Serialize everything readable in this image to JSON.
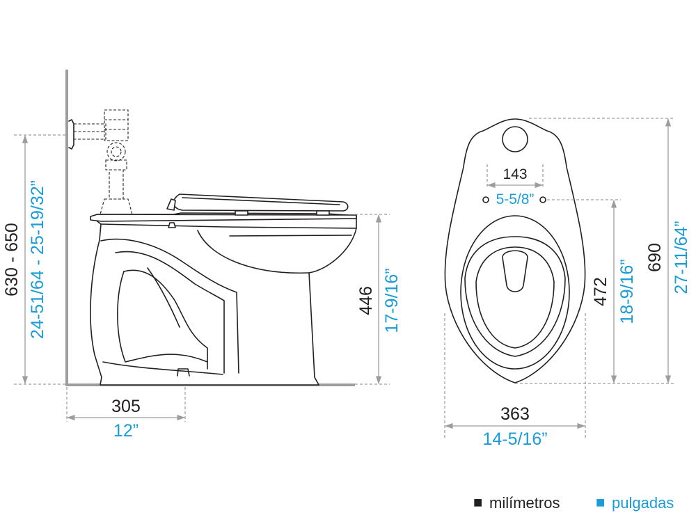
{
  "colors": {
    "mm": "#231f20",
    "in": "#1a9cd8",
    "dim_line": "#9d9d9d"
  },
  "side_view": {
    "rough_in": {
      "mm": "305",
      "in": "12”"
    },
    "rim_height": {
      "mm": "446",
      "in": "17-9/16”"
    },
    "supply_height": {
      "mm": "630 - 650",
      "in": "24-51/64 - 25-19/32”"
    }
  },
  "top_view": {
    "bolt_spacing": {
      "mm": "143",
      "in": "5-5/8”"
    },
    "bowl_length": {
      "mm": "472",
      "in": "18-9/16”"
    },
    "total_length": {
      "mm": "690",
      "in": "27-11/64”"
    },
    "width": {
      "mm": "363",
      "in": "14-5/16”"
    }
  },
  "legend": {
    "mm_marker": "■",
    "mm_label": "milímetros",
    "in_marker": "■",
    "in_label": "pulgadas"
  }
}
